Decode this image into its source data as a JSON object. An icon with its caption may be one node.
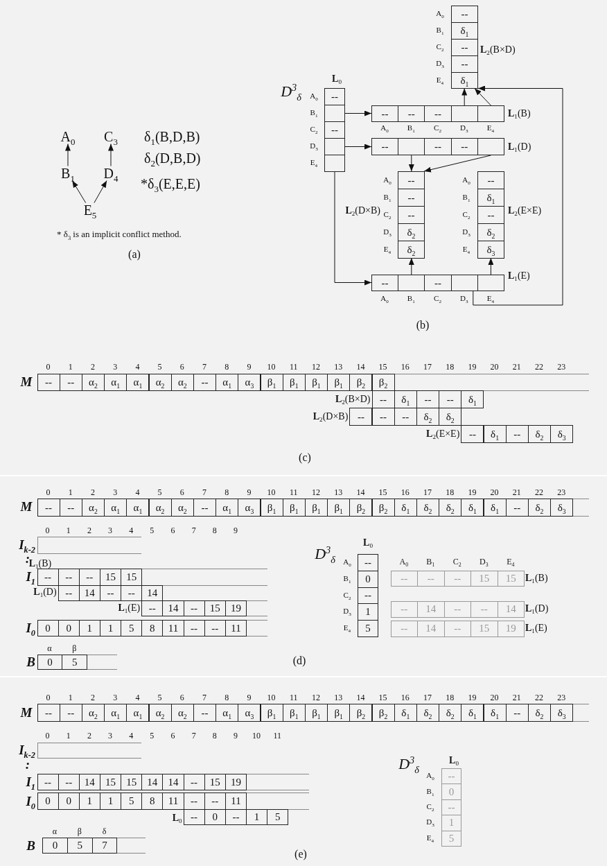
{
  "diagram": {
    "nodes": [
      {
        "text": [
          "A$_{0}$"
        ]
      },
      {
        "text": [
          "C$_{3}$"
        ]
      },
      {
        "text": [
          "B$_{1}$"
        ]
      },
      {
        "text": [
          "D$_{4}$"
        ]
      },
      {
        "text": [
          "E$_{5}$"
        ]
      },
      {
        "text": [
          "**L**$_{0}$"
        ]
      },
      {
        "text": [
          "--"
        ],
        "in": 5,
        "beside": [
          "A$_{0}$"
        ]
      },
      {
        "text": [],
        "shape": "box",
        "in": 5,
        "beside": [
          "B$_{1}$"
        ]
      },
      {
        "text": [
          "--"
        ],
        "in": 5,
        "beside": [
          "C$_{2}$"
        ]
      },
      {
        "text": [],
        "shape": "box",
        "in": 5,
        "beside": [
          "D$_{3}$"
        ]
      },
      {
        "text": [],
        "shape": "box",
        "in": 5,
        "beside": [
          "E$_{4}$"
        ]
      },
      {
        "text": [
          "**L**$_{1}$(B)"
        ]
      },
      {
        "text": [
          "--"
        ],
        "in": 11,
        "beside": [
          "A$_{0}$"
        ]
      },
      {
        "text": [
          "--"
        ],
        "in": 11,
        "beside": [
          "B$_{1}$"
        ]
      },
      {
        "text": [
          "--"
        ],
        "in": 11,
        "beside": [
          "C$_{2}$"
        ]
      },
      {
        "text": [],
        "shape": "box",
        "in": 11,
        "beside": [
          "D$_{3}$"
        ]
      },
      {
        "text": [],
        "shape": "box",
        "in": 11,
        "beside": [
          "E$_{4}$"
        ]
      },
      {
        "text": [
          "**L**$_{1}$(D)"
        ]
      },
      {
        "text": [
          "--"
        ],
        "in": 17
      },
      {
        "text": [],
        "shape": "box",
        "in": 17
      },
      {
        "text": [
          "--"
        ],
        "in": 17
      },
      {
        "text": [
          "--"
        ],
        "in": 17
      },
      {
        "text": [],
        "shape": "box",
        "in": 17
      },
      {
        "text": [
          "**L**$_{2}$(B×D)"
        ]
      },
      {
        "text": [
          "--"
        ],
        "in": 23,
        "beside": [
          "A$_{0}$"
        ]
      },
      {
        "text": [
          "δ$_{1}$"
        ],
        "in": 23,
        "beside": [
          "B$_{1}$"
        ]
      },
      {
        "text": [
          "--"
        ],
        "in": 23,
        "beside": [
          "C$_{2}$"
        ]
      },
      {
        "text": [
          "--"
        ],
        "in": 23,
        "beside": [
          "D$_{3}$"
        ]
      },
      {
        "text": [
          "δ$_{1}$"
        ],
        "in": 23,
        "beside": [
          "E$_{4}$"
        ]
      },
      {
        "text": [
          "**L**$_{2}$(D×B)"
        ]
      },
      {
        "text": [
          "--"
        ],
        "in": 29,
        "beside": [
          "A$_{0}$"
        ]
      },
      {
        "text": [
          "--"
        ],
        "in": 29,
        "beside": [
          "B$_{1}$"
        ]
      },
      {
        "text": [
          "--"
        ],
        "in": 29,
        "beside": [
          "C$_{2}$"
        ]
      },
      {
        "text": [
          "δ$_{2}$"
        ],
        "in": 29,
        "beside": [
          "D$_{3}$"
        ]
      },
      {
        "text": [
          "δ$_{2}$"
        ],
        "in": 29,
        "beside": [
          "E$_{4}$"
        ]
      },
      {
        "text": [
          "**L**$_{2}$(E×E)"
        ]
      },
      {
        "text": [
          "--"
        ],
        "in": 35,
        "beside": [
          "A$_{0}$"
        ]
      },
      {
        "text": [
          "δ$_{1}$"
        ],
        "in": 35,
        "beside": [
          "B$_{1}$"
        ]
      },
      {
        "text": [
          "--"
        ],
        "in": 35,
        "beside": [
          "C$_{2}$"
        ]
      },
      {
        "text": [
          "δ$_{2}$"
        ],
        "in": 35,
        "beside": [
          "D$_{3}$"
        ]
      },
      {
        "text": [
          "δ$_{3}$"
        ],
        "in": 35,
        "beside": [
          "E$_{4}$"
        ]
      },
      {
        "text": [
          "**L**$_{1}$(E)"
        ]
      },
      {
        "text": [
          "--"
        ],
        "in": 41,
        "beside": [
          "A$_{0}$"
        ]
      },
      {
        "text": [],
        "shape": "box",
        "in": 41,
        "beside": [
          "B$_{1}$"
        ]
      },
      {
        "text": [
          "--"
        ],
        "in": 41,
        "beside": [
          "C$_{2}$"
        ]
      },
      {
        "text": [],
        "shape": "box",
        "in": 41,
        "beside": [
          "D$_{3}$"
        ]
      },
      {
        "text": [],
        "shape": "box",
        "in": 41,
        "beside": [
          "E$_{4}$"
        ]
      }
    ],
    "edges": [
      {
        "from": 2,
        "to": 0,
        "arrow": "to"
      },
      {
        "from": 3,
        "to": 1,
        "arrow": "to"
      },
      {
        "from": 4,
        "to": 2,
        "arrow": "to"
      },
      {
        "from": 4,
        "to": 3,
        "arrow": "to"
      },
      {
        "from": 7,
        "to": 11,
        "arrow": "to"
      },
      {
        "from": 9,
        "to": 17,
        "arrow": "to"
      },
      {
        "from": 10,
        "to": 41,
        "arrow": "to"
      },
      {
        "from": 15,
        "to": 23,
        "arrow": "to"
      },
      {
        "from": 16,
        "to": 23,
        "arrow": "to"
      },
      {
        "from": 19,
        "to": 29,
        "arrow": "to"
      },
      {
        "from": 22,
        "to": 29,
        "arrow": "to"
      },
      {
        "from": 43,
        "to": 29,
        "arrow": "to"
      },
      {
        "from": 46,
        "to": 35,
        "arrow": "to"
      },
      {
        "from": 45,
        "to": 23,
        "arrow": "to"
      }
    ],
    "labels": [
      "δ$_{1}$(B,D,B)",
      "δ$_{2}$(D,B,D)",
      "*δ$_{3}$(E,E,E)",
      "* δ$_{3}$ is an implicit conflict method.",
      "(a)",
      "*D*$^{3}$$_{δ}$",
      "(b)",
      "M",
      "0",
      "1",
      "2",
      "3",
      "4",
      "5",
      "6",
      "7",
      "8",
      "9",
      "10",
      "11",
      "12",
      "13",
      "14",
      "15",
      "16",
      "17",
      "18",
      "19",
      "20",
      "21",
      "22",
      "23",
      "--",
      "--",
      "α$_{2}$",
      "α$_{1}$",
      "α$_{1}$",
      "α$_{2}$",
      "α$_{2}$",
      "--",
      "α$_{1}$",
      "α$_{3}$",
      "β$_{1}$",
      "β$_{1}$",
      "β$_{1}$",
      "β$_{1}$",
      "β$_{2}$",
      "β$_{2}$",
      "**L**$_{2}$(B×D)",
      "--",
      "δ$_{1}$",
      "--",
      "--",
      "δ$_{1}$",
      "**L**$_{2}$(D×B)",
      "--",
      "--",
      "--",
      "δ$_{2}$",
      "δ$_{2}$",
      "**L**$_{2}$(E×E)",
      "--",
      "δ$_{1}$",
      "--",
      "δ$_{2}$",
      "δ$_{3}$",
      "(c)",
      "M",
      "0",
      "1",
      "2",
      "3",
      "4",
      "5",
      "6",
      "7",
      "8",
      "9",
      "10",
      "11",
      "12",
      "13",
      "14",
      "15",
      "16",
      "17",
      "18",
      "19",
      "20",
      "21",
      "22",
      "23",
      "--",
      "--",
      "α$_{2}$",
      "α$_{1}$",
      "α$_{1}$",
      "α$_{2}$",
      "α$_{2}$",
      "--",
      "α$_{1}$",
      "α$_{3}$",
      "β$_{1}$",
      "β$_{1}$",
      "β$_{1}$",
      "β$_{1}$",
      "β$_{2}$",
      "β$_{2}$",
      "δ$_{1}$",
      "δ$_{2}$",
      "δ$_{2}$",
      "δ$_{1}$",
      "δ$_{1}$",
      "--",
      "δ$_{2}$",
      "δ$_{3}$",
      "0",
      "1",
      "2",
      "3",
      "4",
      "5",
      "6",
      "7",
      "8",
      "9",
      "**I**$_{k-2}$",
      ":",
      "**L**$_{1}$(B)",
      "**I**$_{1}$",
      "--",
      "--",
      "--",
      "15",
      "15",
      "**L**$_{1}$(D)",
      "--",
      "14",
      "--",
      "--",
      "14",
      "**L**$_{1}$(E)",
      "--",
      "14",
      "--",
      "15",
      "19",
      "**I**$_{0}$",
      "0",
      "0",
      "1",
      "1",
      "5",
      "8",
      "11",
      "--",
      "--",
      "11",
      "B",
      "α",
      "β",
      "0",
      "5",
      "(d)",
      "*D*$^{3}$$_{δ}$",
      "**L**$_{0}$",
      "A$_{0}$",
      "--",
      "B$_{1}$",
      "0",
      "C$_{2}$",
      "--",
      "D$_{3}$",
      "1",
      "E$_{4}$",
      "5",
      "A$_{0}$",
      "B$_{1}$",
      "C$_{2}$",
      "D$_{3}$",
      "E$_{4}$",
      "--",
      "--",
      "--",
      "15",
      "15",
      "**L**$_{1}$(B)",
      "--",
      "14",
      "--",
      "--",
      "14",
      "**L**$_{1}$(D)",
      "--",
      "14",
      "--",
      "15",
      "19",
      "**L**$_{1}$(E)",
      "M",
      "0",
      "1",
      "2",
      "3",
      "4",
      "5",
      "6",
      "7",
      "8",
      "9",
      "10",
      "11",
      "12",
      "13",
      "14",
      "15",
      "16",
      "17",
      "18",
      "19",
      "20",
      "21",
      "22",
      "23",
      "--",
      "--",
      "α$_{2}$",
      "α$_{1}$",
      "α$_{1}$",
      "α$_{2}$",
      "α$_{2}$",
      "--",
      "α$_{1}$",
      "α$_{3}$",
      "β$_{1}$",
      "β$_{1}$",
      "β$_{1}$",
      "β$_{1}$",
      "β$_{2}$",
      "β$_{2}$",
      "δ$_{1}$",
      "δ$_{2}$",
      "δ$_{2}$",
      "δ$_{1}$",
      "δ$_{1}$",
      "--",
      "δ$_{2}$",
      "δ$_{3}$",
      "0",
      "1",
      "2",
      "3",
      "4",
      "5",
      "6",
      "7",
      "8",
      "9",
      "10",
      "11",
      "**I**$_{k-2}$",
      ":",
      "**I**$_{1}$",
      "--",
      "--",
      "14",
      "15",
      "15",
      "14",
      "14",
      "--",
      "15",
      "19",
      "**I**$_{0}$",
      "0",
      "0",
      "1",
      "1",
      "5",
      "8",
      "11",
      "--",
      "--",
      "11",
      "**L**$_{0}$",
      "--",
      "0",
      "--",
      "1",
      "5",
      "B",
      "α",
      "β",
      "δ",
      "0",
      "5",
      "7",
      "(e)",
      "*D*$^{3}$$_{δ}$",
      "**L**$_{0}$",
      "A$_{0}$",
      "--",
      "B$_{1}$",
      "0",
      "C$_{2}$",
      "--",
      "D$_{3}$",
      "1",
      "E$_{4}$",
      "5"
    ]
  }
}
